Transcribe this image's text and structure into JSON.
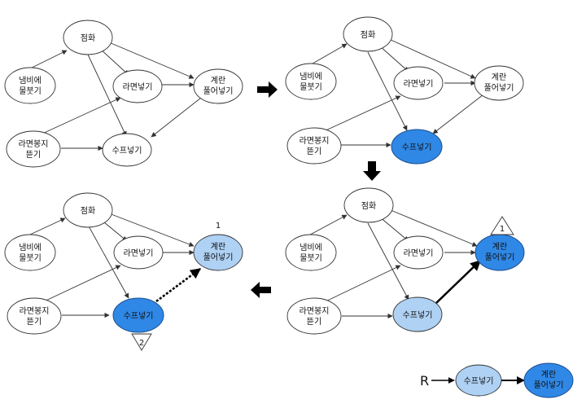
{
  "labels": {
    "ignite": "점화",
    "pot_line1": "냄비에",
    "pot_line2": "물붓기",
    "ramen": "라면넣기",
    "open_line1": "라면봉지",
    "open_line2": "뜯기",
    "soup": "수프넣기",
    "egg_line1": "계란",
    "egg_line2": "풀어넣기"
  },
  "markers": {
    "order_1": "1",
    "order_2": "2",
    "reward": "R"
  },
  "colors": {
    "stroke": "#333333",
    "node_fill": "#ffffff",
    "active": "#2f88e6",
    "light": "#aed1f4",
    "arrow_fill": "#000000"
  }
}
